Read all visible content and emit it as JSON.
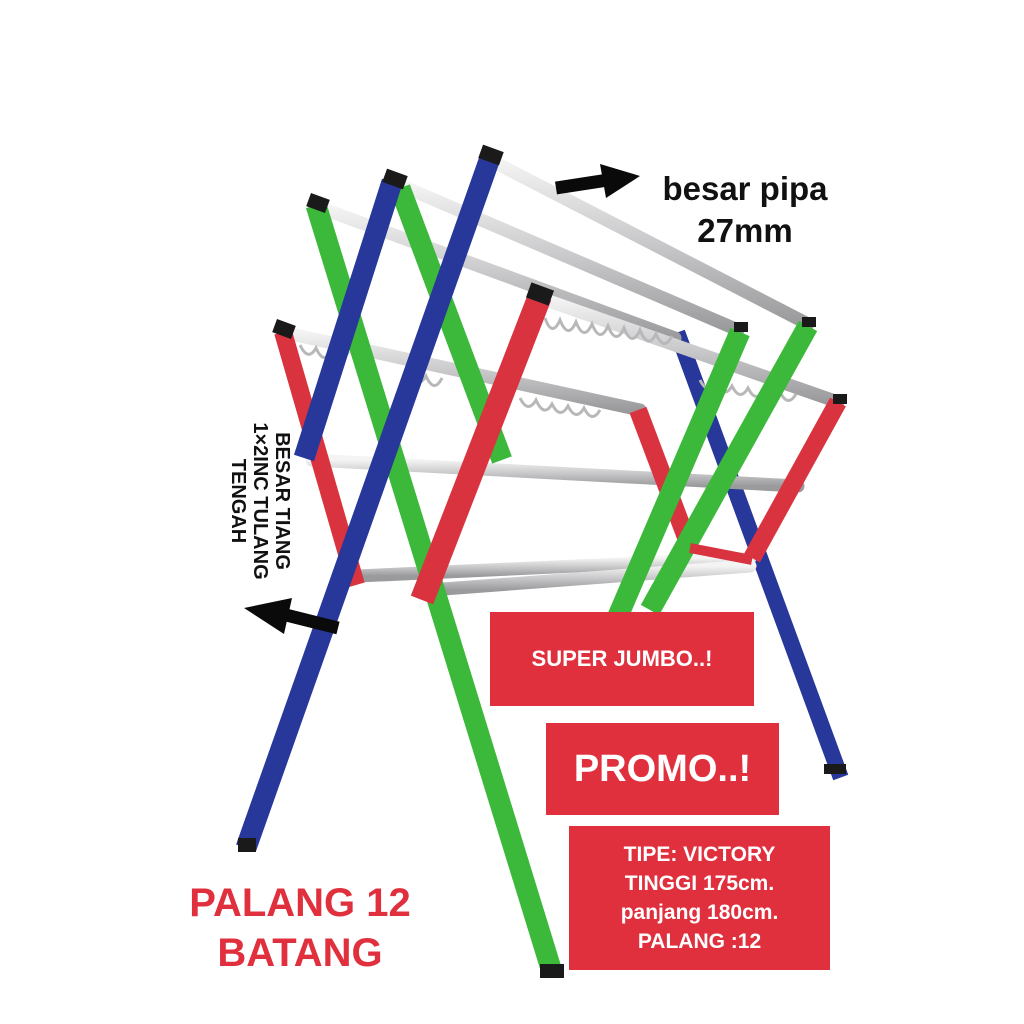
{
  "annotations": {
    "pipe_size_line1": "besar pipa",
    "pipe_size_line2": "27mm",
    "pole_size_line1": "BESAR TIANG",
    "pole_size_line2": "1×2INC TULANG",
    "pole_size_line3": "TENGAH"
  },
  "badges": {
    "super_jumbo": "SUPER JUMBO..!",
    "promo": "PROMO..!"
  },
  "specs": {
    "type": "TIPE: VICTORY",
    "height": "TINGGI 175cm.",
    "length": "panjang 180cm.",
    "bars": "PALANG :12"
  },
  "footer": {
    "line1": "PALANG 12",
    "line2": "BATANG"
  },
  "colors": {
    "green": "#3cb83a",
    "blue": "#27379a",
    "red": "#d93340",
    "pipe": "#c9c9cb",
    "badge": "#e0303e"
  }
}
